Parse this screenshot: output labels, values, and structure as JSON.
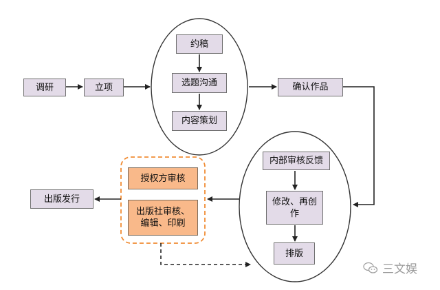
{
  "nodes": {
    "research": "调研",
    "project": "立项",
    "commission": "约稿",
    "topic": "选题沟通",
    "content_plan": "内容策划",
    "confirm": "确认作品",
    "internal_review": "内部审核反馈",
    "revise": "修改、再创\n作",
    "typeset": "排版",
    "licensor_review": "授权方审核",
    "publisher_review": "出版社审核、\n编辑、印刷",
    "publish": "出版发行"
  },
  "watermark": {
    "text": "三文娱",
    "icon": "wechat-icon"
  },
  "colors": {
    "node_fill": "#e3dbe8",
    "highlight_fill": "#f9b98a",
    "highlight_border": "#f08c34",
    "line": "#222222"
  }
}
